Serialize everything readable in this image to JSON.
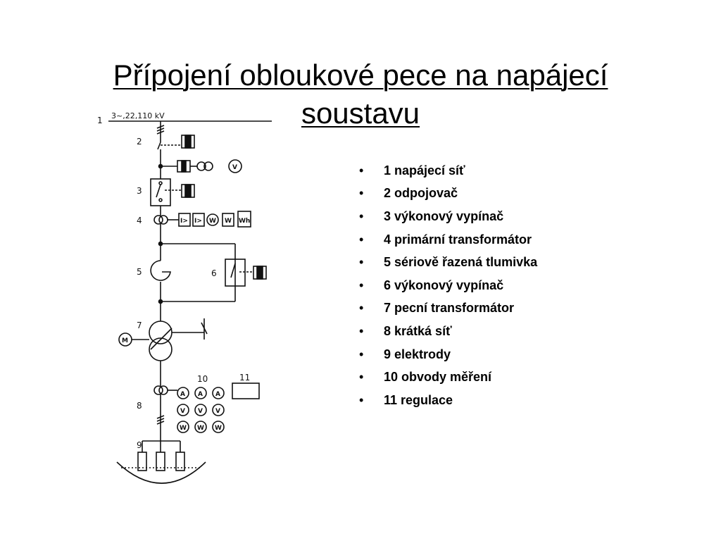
{
  "title": {
    "line1": "Přípojení obloukové pece na napájecí",
    "line2": "soustavu"
  },
  "legend": [
    "1 napájecí síť",
    "2 odpojovač",
    "3 výkonový vypínač",
    "4 primární transformátor",
    "5 sériově řazená tlumivka",
    "6 výkonový vypínač",
    "7 pecní transformátor",
    "8 krátká síť",
    "9 elektrody",
    "10 obvody měření",
    "11 regulace"
  ],
  "diagram": {
    "supply_label": "3~,22,110 kV",
    "numbers": [
      "1",
      "2",
      "3",
      "4",
      "5",
      "6",
      "7",
      "8",
      "9",
      "10",
      "11"
    ],
    "instruments": {
      "row4": [
        "I>",
        "I>",
        "W",
        "W",
        "Wh"
      ],
      "voltmeter": "V",
      "motor": "M",
      "ammeters": [
        "A",
        "A",
        "A"
      ],
      "voltmeters": [
        "V",
        "V",
        "V"
      ],
      "wattmeters": [
        "W",
        "W",
        "W"
      ]
    }
  },
  "colors": {
    "ink": "#111111",
    "background": "#ffffff"
  }
}
